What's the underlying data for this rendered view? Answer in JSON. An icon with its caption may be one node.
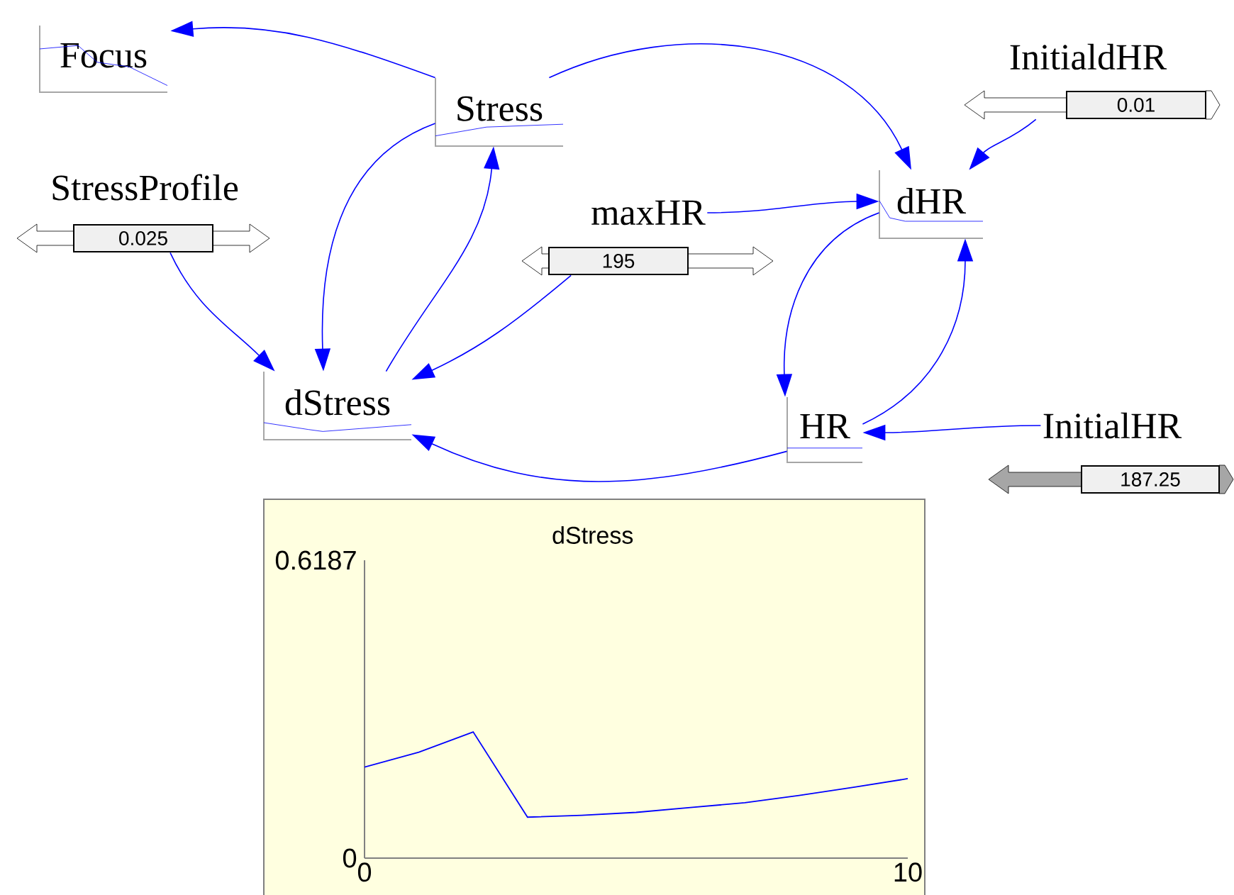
{
  "diagram": {
    "nodes": [
      {
        "text": [
          "Focus"
        ]
      },
      {
        "text": [
          "Stress"
        ]
      },
      {
        "text": [
          "InitialdHR",
          "0.01"
        ]
      },
      {
        "text": [
          "StressProfile",
          "0.025"
        ]
      },
      {
        "text": [
          "maxHR",
          "195"
        ]
      },
      {
        "text": [
          "dHR"
        ]
      },
      {
        "text": [
          "dStress"
        ]
      },
      {
        "text": [
          "HR"
        ]
      },
      {
        "text": [
          "InitialHR",
          "187.25"
        ]
      }
    ],
    "edges": [
      {
        "from": 1,
        "to": 0,
        "arrow": "to"
      },
      {
        "from": 1,
        "to": 5,
        "arrow": "to"
      },
      {
        "from": 1,
        "to": 6,
        "arrow": "to"
      },
      {
        "from": 6,
        "to": 1,
        "arrow": "to"
      },
      {
        "from": 3,
        "to": 6,
        "arrow": "to"
      },
      {
        "from": 4,
        "to": 6,
        "arrow": "to"
      },
      {
        "from": 4,
        "to": 5,
        "arrow": "to"
      },
      {
        "from": 2,
        "to": 5,
        "arrow": "to"
      },
      {
        "from": 5,
        "to": 7,
        "arrow": "to"
      },
      {
        "from": 7,
        "to": 5,
        "arrow": "to"
      },
      {
        "from": 8,
        "to": 7,
        "arrow": "to"
      },
      {
        "from": 7,
        "to": 6,
        "arrow": "to"
      }
    ],
    "chart_data": {
      "type": "line",
      "title": "dStress",
      "x": [
        0,
        1,
        2,
        3,
        4,
        5,
        6,
        7,
        8,
        9,
        10
      ],
      "series": [
        {
          "color": "#0000ff",
          "values": [
            0.189,
            0.22,
            0.262,
            0.085,
            0.089,
            0.095,
            0.105,
            0.115,
            0.13,
            0.147,
            0.165
          ]
        }
      ],
      "xlim": [
        0,
        10
      ],
      "ylim": [
        0,
        0.6187
      ],
      "xticks": [
        0,
        10
      ],
      "yticks": [
        0,
        0.6187
      ]
    }
  }
}
